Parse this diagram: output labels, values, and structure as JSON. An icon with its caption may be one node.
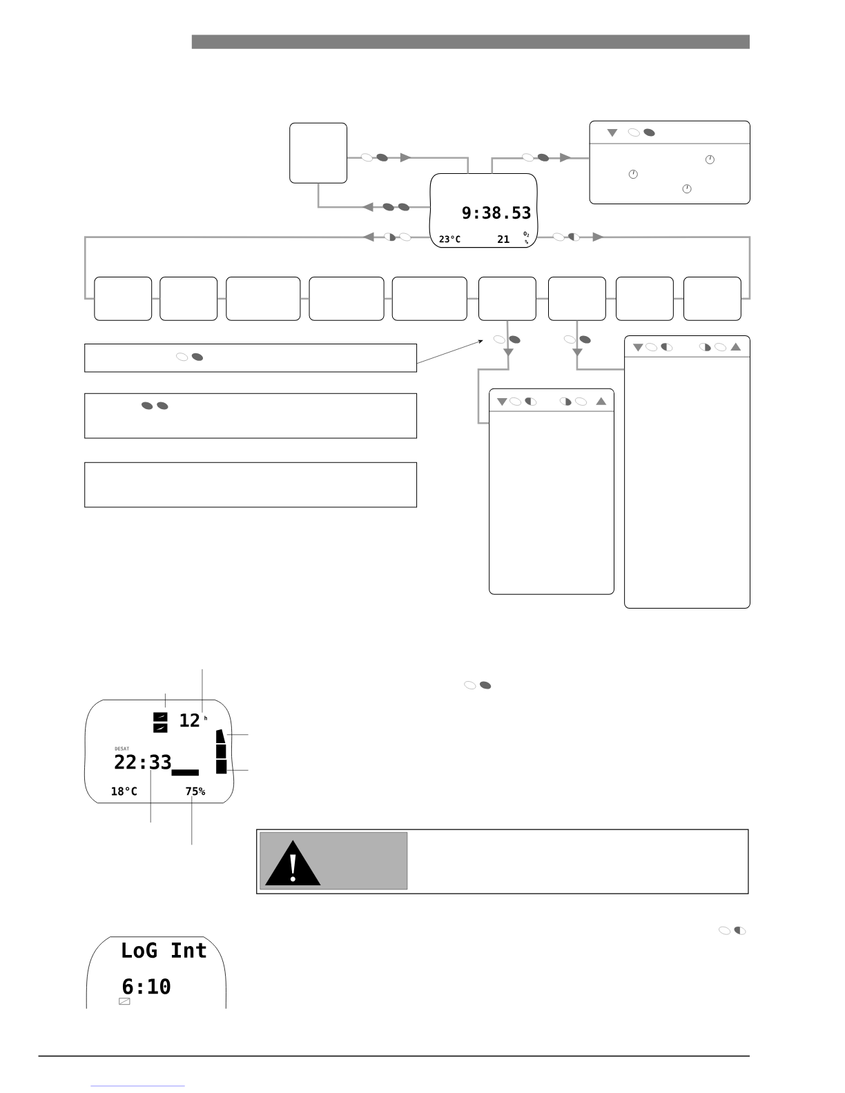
{
  "diagram": {
    "nodes": [
      {
        "text": [],
        "shape": "box"
      },
      {
        "text": [
          "9:38.53",
          "23°C",
          "21",
          "O$_{2}$ %"
        ]
      },
      {
        "text": [],
        "shape": "box"
      },
      {
        "text": [],
        "shape": "box"
      },
      {
        "text": [],
        "shape": "box"
      },
      {
        "text": [],
        "shape": "box"
      },
      {
        "text": [],
        "shape": "box"
      },
      {
        "text": [],
        "shape": "box"
      },
      {
        "text": [],
        "shape": "box"
      },
      {
        "text": [],
        "shape": "box"
      },
      {
        "text": [],
        "shape": "box"
      },
      {
        "text": [],
        "shape": "box"
      },
      {
        "text": [],
        "shape": "box"
      },
      {
        "text": [],
        "shape": "box"
      },
      {
        "text": [],
        "shape": "box"
      },
      {
        "text": [],
        "shape": "box"
      },
      {
        "text": [],
        "shape": "box"
      },
      {
        "text": [
          "12"
        ]
      },
      {
        "text": [
          "22:33"
        ]
      },
      {
        "text": [
          "75%"
        ]
      },
      {
        "text": [],
        "shape": "bar"
      }
    ],
    "edges": [
      {
        "from": 0,
        "to": 1,
        "arrow": "to"
      },
      {
        "from": 1,
        "to": 0,
        "arrow": "to"
      },
      {
        "from": 1,
        "to": 2,
        "arrow": "to"
      },
      {
        "from": 1,
        "to": 3,
        "arrow": "to"
      },
      {
        "from": 1,
        "to": 11,
        "arrow": "to"
      },
      {
        "from": 3,
        "to": 4,
        "arrow": "none"
      },
      {
        "from": 4,
        "to": 5,
        "arrow": "none"
      },
      {
        "from": 5,
        "to": 6,
        "arrow": "none"
      },
      {
        "from": 6,
        "to": 7,
        "arrow": "none"
      },
      {
        "from": 7,
        "to": 8,
        "arrow": "none"
      },
      {
        "from": 8,
        "to": 9,
        "arrow": "none"
      },
      {
        "from": 9,
        "to": 10,
        "arrow": "none"
      },
      {
        "from": 10,
        "to": 11,
        "arrow": "none"
      },
      {
        "from": 8,
        "to": 15,
        "arrow": "to"
      },
      {
        "from": 9,
        "to": 16,
        "arrow": "to"
      },
      {
        "from": 12,
        "to": null,
        "arrow": "to",
        "color": "#000000"
      },
      {
        "from": null,
        "to": 17,
        "arrow": "none",
        "color": "#000000"
      },
      {
        "from": null,
        "to": 18,
        "arrow": "none",
        "color": "#000000"
      },
      {
        "from": null,
        "to": 19,
        "arrow": "none",
        "color": "#000000"
      },
      {
        "from": null,
        "to": 20,
        "arrow": "none",
        "color": "#000000"
      },
      {
        "from": null,
        "to": 20,
        "arrow": "none",
        "color": "#000000"
      }
    ],
    "labels": [
      "h",
      "DESAT",
      "18°C",
      "LoG Int",
      "6:10"
    ]
  }
}
